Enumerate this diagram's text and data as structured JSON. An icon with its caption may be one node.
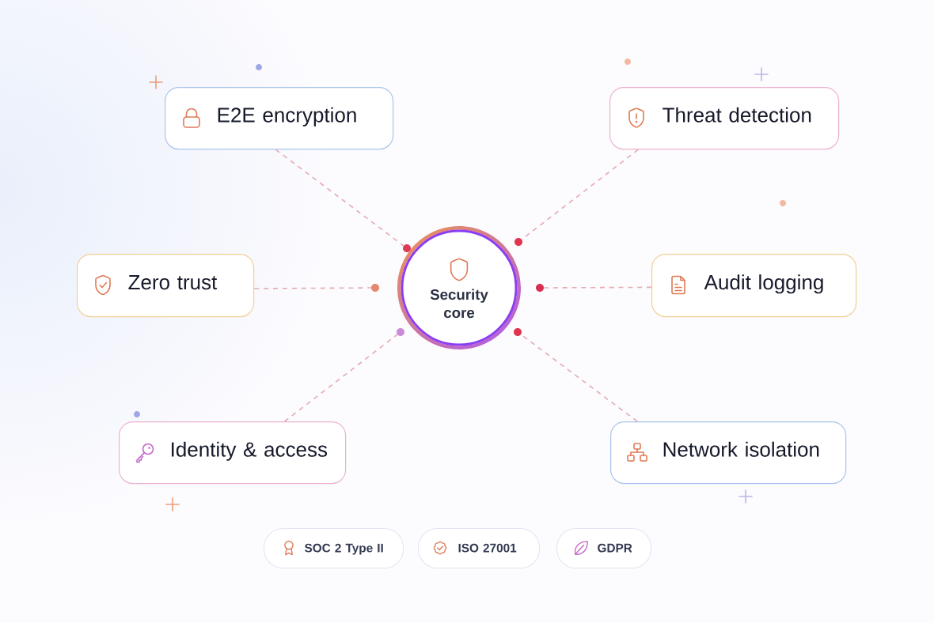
{
  "diagram": {
    "nodes": [
      {
        "text": [
          "E2E encryption"
        ]
      },
      {
        "text": [
          "Threat detection"
        ]
      },
      {
        "text": [
          "Zero trust"
        ]
      },
      {
        "text": [
          "Security core"
        ]
      },
      {
        "text": [
          "Audit logging"
        ]
      },
      {
        "text": [
          "Identity & access"
        ]
      },
      {
        "text": [
          "Network isolation"
        ]
      },
      {
        "text": [
          "SOC 2 Type II"
        ]
      },
      {
        "text": [
          "ISO 27001"
        ]
      },
      {
        "text": [
          "GDPR"
        ]
      },
      {
        "text": [],
        "shape": "circle"
      },
      {
        "text": [],
        "shape": "circle"
      },
      {
        "text": [],
        "shape": "circle"
      },
      {
        "text": [],
        "shape": "circle"
      },
      {
        "text": [],
        "shape": "circle"
      },
      {
        "text": [],
        "shape": "circle"
      }
    ],
    "edges": [
      {
        "from": 0,
        "to": 10,
        "arrow": "none",
        "style": "dashed"
      },
      {
        "from": 1,
        "to": 11,
        "arrow": "none",
        "style": "dashed"
      },
      {
        "from": 2,
        "to": 12,
        "arrow": "none",
        "style": "dashed"
      },
      {
        "from": 4,
        "to": 13,
        "arrow": "none",
        "style": "dashed"
      },
      {
        "from": 5,
        "to": 14,
        "arrow": "none",
        "style": "dashed"
      },
      {
        "from": 6,
        "to": 15,
        "arrow": "none",
        "style": "dashed"
      }
    ]
  }
}
